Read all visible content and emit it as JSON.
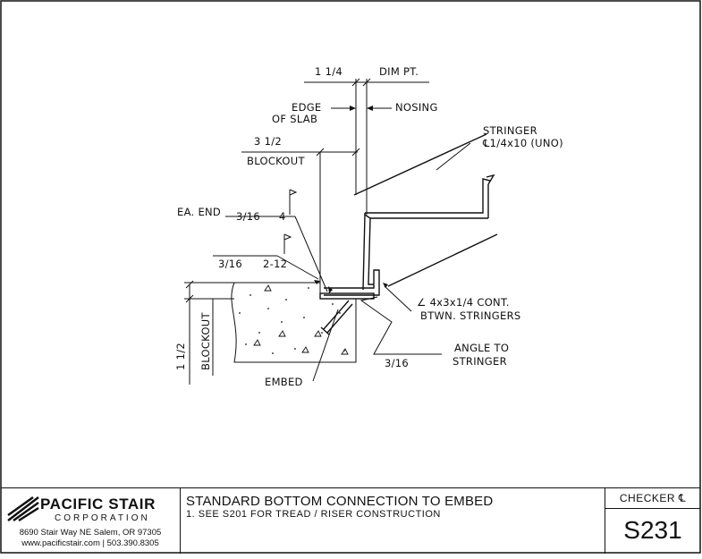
{
  "drawing": {
    "labels": {
      "dim_1_1_4": "1 1/4",
      "dim_pt": "DIM PT.",
      "edge_of_slab_1": "EDGE",
      "edge_of_slab_2": "OF SLAB",
      "nosing": "NOSING",
      "dim_3_1_2": "3 1/2",
      "blockout_top": "BLOCKOUT",
      "stringer_1": "STRINGER",
      "stringer_2": "℄1/4x10 (UNO)",
      "ea_end": "EA. END",
      "weld_3_16_4": "3/16",
      "weld_4": "4",
      "weld_3_16_2_12": "3/16",
      "weld_2_12": "2-12",
      "angle_1": "∠ 4x3x1/4 CONT.",
      "angle_2": "BTWN. STRINGERS",
      "dim_1_1_2": "1 1/2",
      "blockout_side": "BLOCKOUT",
      "angle_to_1": "ANGLE TO",
      "angle_to_2": "STRINGER",
      "weld_3_16_angle": "3/16",
      "embed": "EMBED"
    }
  },
  "title_block": {
    "company": "PACIFIC STAIR",
    "corporation": "CORPORATION",
    "address": "8690 Stair Way NE Salem, OR 97305",
    "contact": "www.pacificstair.com  |  503.390.8305",
    "title": "STANDARD BOTTOM CONNECTION TO EMBED",
    "note": "1.  SEE S201 FOR TREAD / RISER CONSTRUCTION",
    "checker": "CHECKER ℄",
    "sheet_number": "S231"
  }
}
